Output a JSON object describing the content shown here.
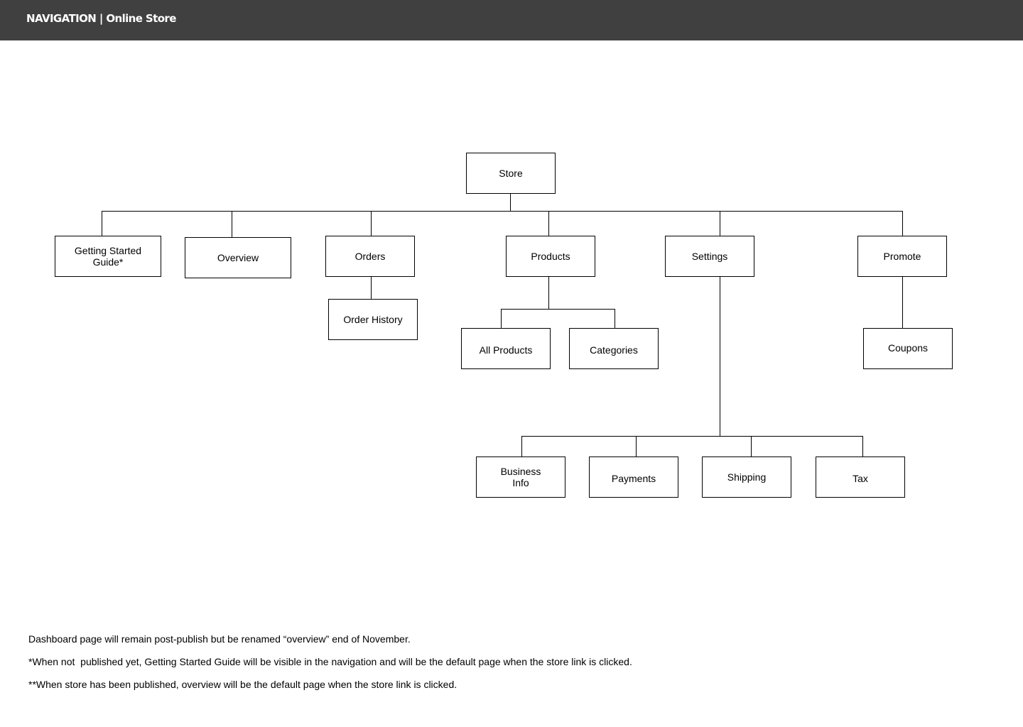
{
  "header": {
    "title_bold": "NAVIGATION",
    "title_separator": " | ",
    "title_section": "Online Store",
    "background": "#404040"
  },
  "diagram": {
    "root": "Store",
    "nodes": {
      "store": "Store",
      "getting_started": "Getting Started\nGuide*",
      "overview": "Overview",
      "orders": "Orders",
      "products": "Products",
      "settings": "Settings",
      "promote": "Promote",
      "order_history": "Order History",
      "all_products": "All Products",
      "categories": "Categories",
      "coupons": "Coupons",
      "business_info": "Business\nInfo",
      "payments": "Payments",
      "shipping": "Shipping",
      "tax": "Tax"
    },
    "edges": [
      [
        "Store",
        "Getting Started Guide*"
      ],
      [
        "Store",
        "Overview"
      ],
      [
        "Store",
        "Orders"
      ],
      [
        "Store",
        "Products"
      ],
      [
        "Store",
        "Settings"
      ],
      [
        "Store",
        "Promote"
      ],
      [
        "Orders",
        "Order History"
      ],
      [
        "Products",
        "All Products"
      ],
      [
        "Products",
        "Categories"
      ],
      [
        "Promote",
        "Coupons"
      ],
      [
        "Settings",
        "Business Info"
      ],
      [
        "Settings",
        "Payments"
      ],
      [
        "Settings",
        "Shipping"
      ],
      [
        "Settings",
        "Tax"
      ]
    ]
  },
  "notes": [
    "Dashboard page will remain post-publish but be renamed “overview” end of November.",
    "*When not  published yet, Getting Started Guide will be visible in the navigation and will be the default page when the store link is clicked.",
    "**When store has been published, overview will be the default page when the store link is clicked."
  ]
}
